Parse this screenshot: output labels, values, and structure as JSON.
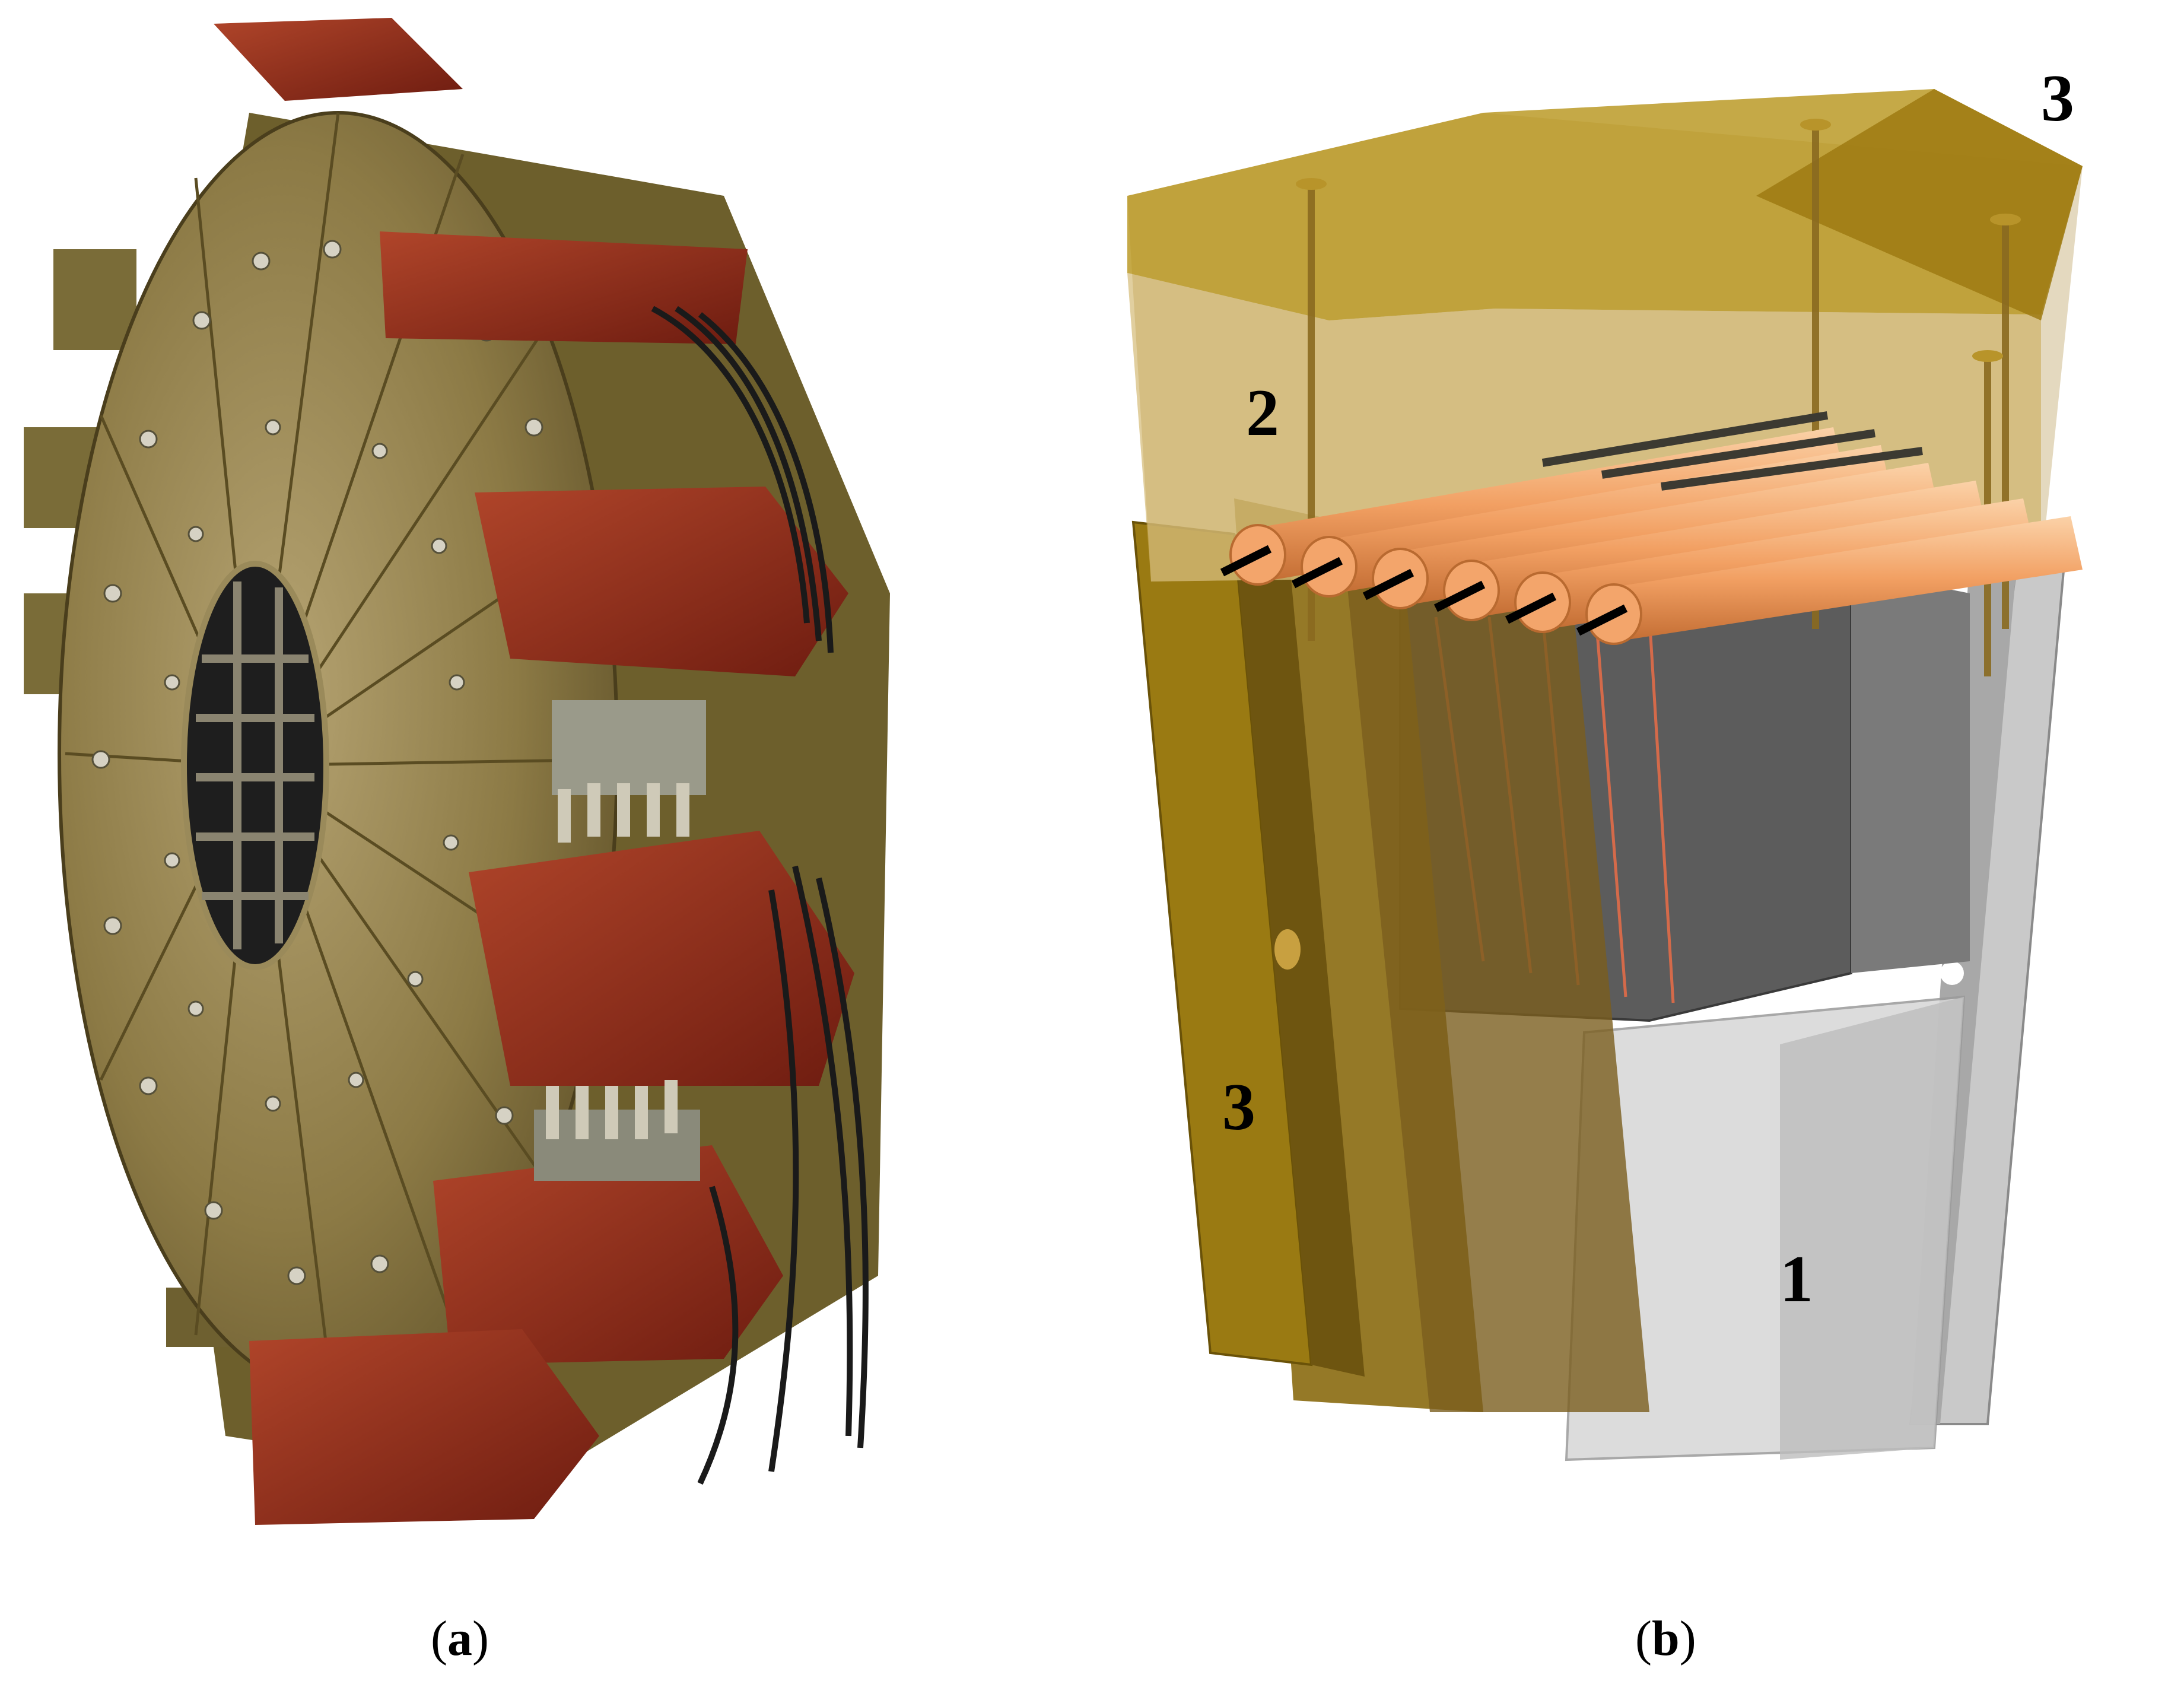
{
  "panels": [
    {
      "id": "a",
      "letter": "a",
      "open": "(",
      "close": ")"
    },
    {
      "id": "b",
      "letter": "b",
      "open": "(",
      "close": ")"
    }
  ],
  "labels": {
    "top_right": "3",
    "left_top": "2",
    "left_bottom": "3",
    "bottom_right": "1"
  },
  "colors": {
    "detector_gold": "#8a7a3a",
    "module_red": "#8e2a1a",
    "amber_transparent": "#b08a2a",
    "pmt_orange": "#f0a46a",
    "grey_block": "#6a6a6a"
  }
}
